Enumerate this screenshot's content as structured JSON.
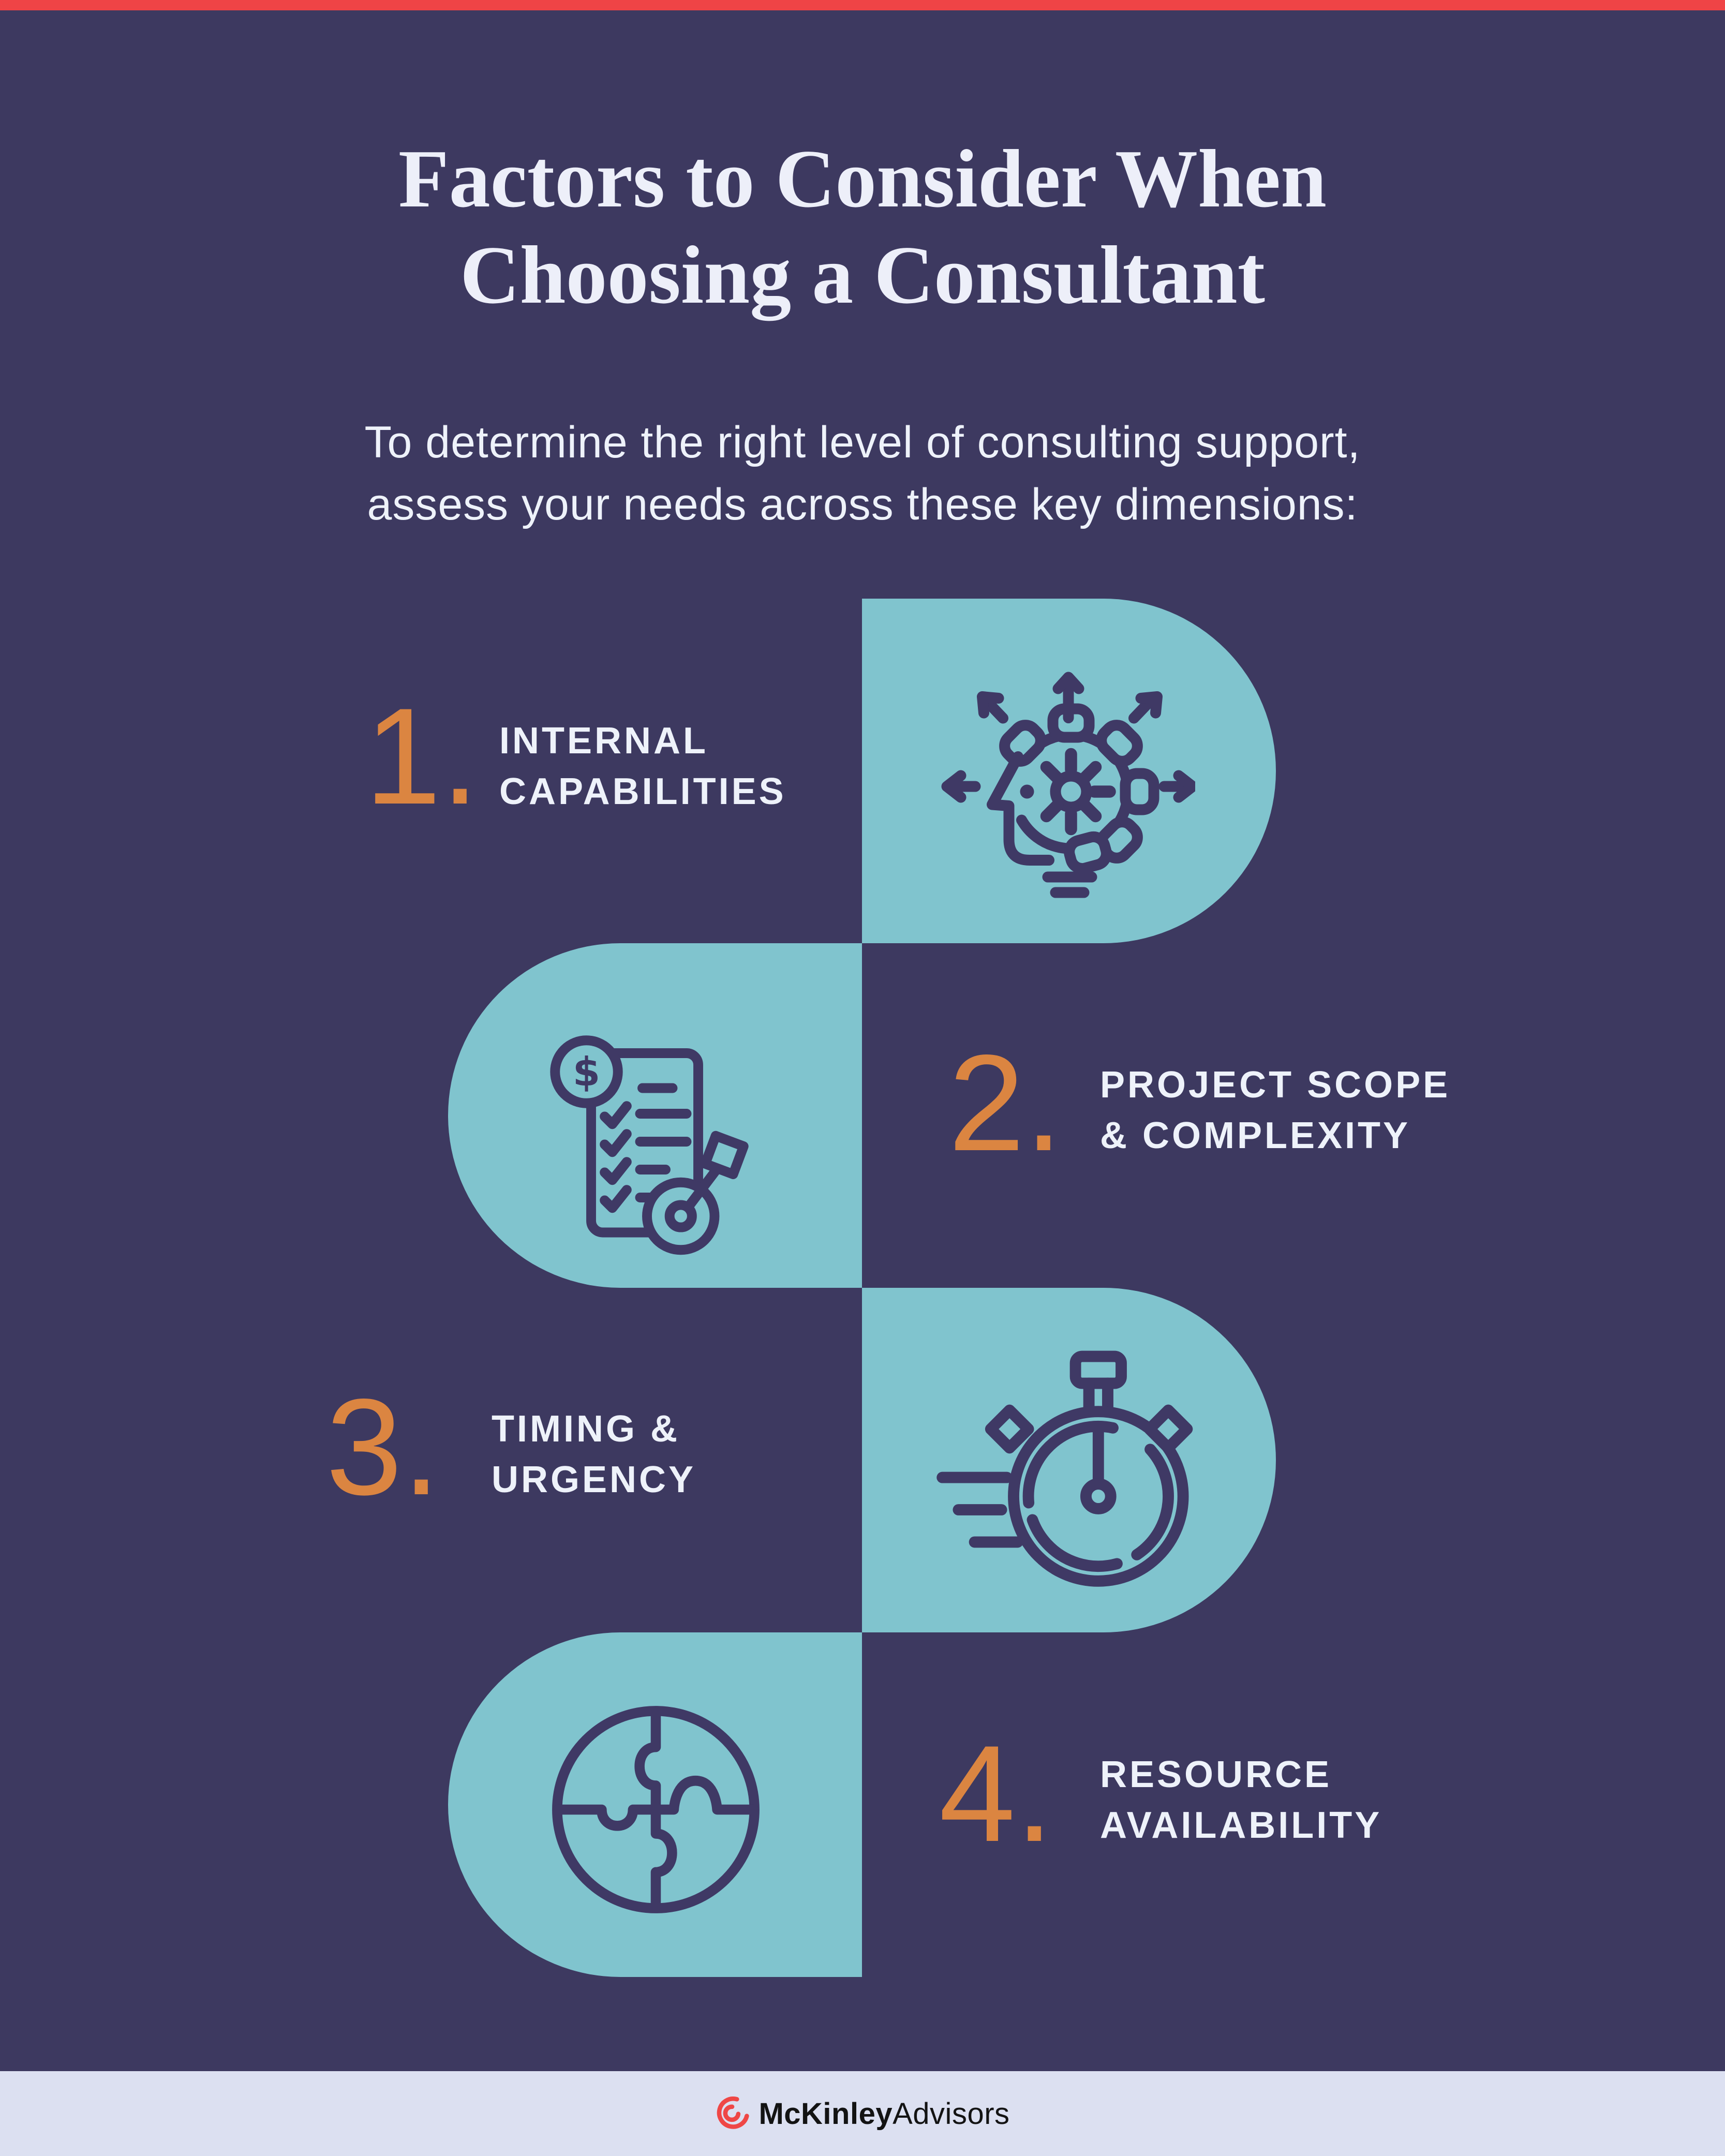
{
  "colors": {
    "background": "#3d3960",
    "shape_teal": "#80c4ce",
    "accent_orange": "#db8541",
    "top_bar_red": "#ef4446",
    "title_text": "#edeff9",
    "body_text": "#eef2fa",
    "icon_stroke": "#3f3965",
    "footer_bg": "#dce0f1",
    "logo_red": "#ef4746",
    "logo_text": "#131313"
  },
  "header": {
    "title_lines": [
      "Factors to Consider When",
      "Choosing a Consultant"
    ],
    "subtitle_lines": [
      "To determine the right level of consulting support,",
      "assess your needs across these key dimensions:"
    ]
  },
  "factors": [
    {
      "number": "1.",
      "title_lines": [
        "INTERNAL",
        "CAPABILITIES"
      ],
      "icon": "head-gear-arrows-icon",
      "shape_side": "right"
    },
    {
      "number": "2.",
      "title_lines": [
        "PROJECT SCOPE",
        "& COMPLEXITY"
      ],
      "icon": "dollar-checklist-target-icon",
      "coin_symbol": "$",
      "shape_side": "left"
    },
    {
      "number": "3.",
      "title_lines": [
        "TIMING &",
        "URGENCY"
      ],
      "icon": "stopwatch-icon",
      "shape_side": "right"
    },
    {
      "number": "4.",
      "title_lines": [
        "RESOURCE",
        "AVAILABILITY"
      ],
      "icon": "puzzle-globe-icon",
      "shape_side": "left"
    }
  ],
  "footer": {
    "brand_bold": "McKinley",
    "brand_regular": "Advisors"
  }
}
